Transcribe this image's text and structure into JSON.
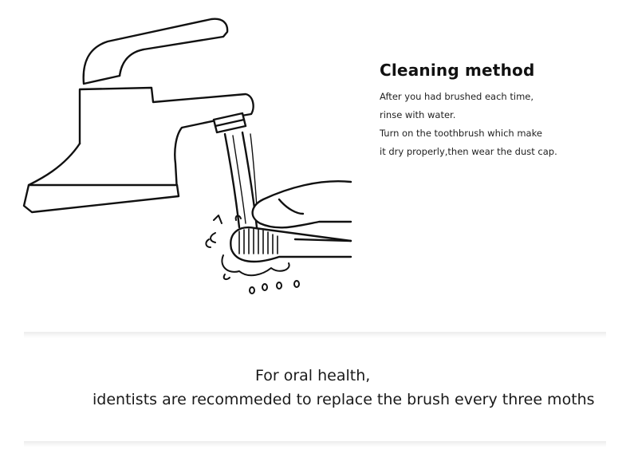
{
  "instructions": {
    "title": "Cleaning method",
    "lines": [
      "After you had brushed each time,",
      "rinse with water.",
      "Turn on the toothbrush which make",
      "it dry properly,then wear the dust cap."
    ]
  },
  "footer_note": {
    "line1": "For oral health,",
    "line2": "identists are recommeded to replace the brush every three moths"
  },
  "icons": [
    "faucet-icon",
    "water-stream-icon",
    "toothbrush-icon",
    "hand-icon",
    "water-splash-icon"
  ]
}
